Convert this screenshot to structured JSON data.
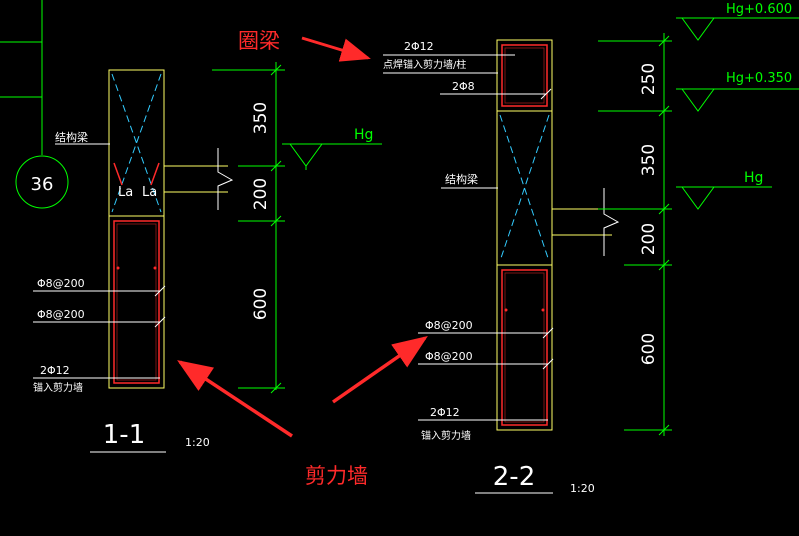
{
  "drawing": {
    "grid_bubble": "36",
    "section_1": {
      "title": "1-1",
      "scale": "1:20",
      "label_beam": "结构梁",
      "label_la_left": "La",
      "label_la_right": "La",
      "stirrup_1": "Φ8@200",
      "stirrup_2": "Φ8@200",
      "bottom_bar": "2Φ12",
      "bottom_bar_note": "锚入剪力墙",
      "level": "Hg",
      "dims": [
        "350",
        "200",
        "600"
      ]
    },
    "section_2": {
      "title": "2-2",
      "scale": "1:20",
      "top_bar": "2Φ12",
      "top_bar_note": "点焊锚入剪力墙/柱",
      "mid_bar": "2Φ8",
      "label_beam": "结构梁",
      "stirrup_1": "Φ8@200",
      "stirrup_2": "Φ8@200",
      "bottom_bar": "2Φ12",
      "bottom_bar_note": "锚入剪力墙",
      "levels": [
        "Hg+0.600",
        "Hg+0.350",
        "Hg"
      ],
      "dims": [
        "250",
        "350",
        "200",
        "600"
      ]
    },
    "annotations": {
      "ring_beam": "圈梁",
      "shear_wall": "剪力墙"
    },
    "colors": {
      "background": "#000000",
      "cad_green": "#00ff00",
      "outline_yellow": "#ffff66",
      "rebar_red": "#ff2a2a",
      "diagonal_cyan": "#33ccff",
      "annotation_red": "#ff2a2a",
      "text_white": "#ffffff"
    }
  }
}
